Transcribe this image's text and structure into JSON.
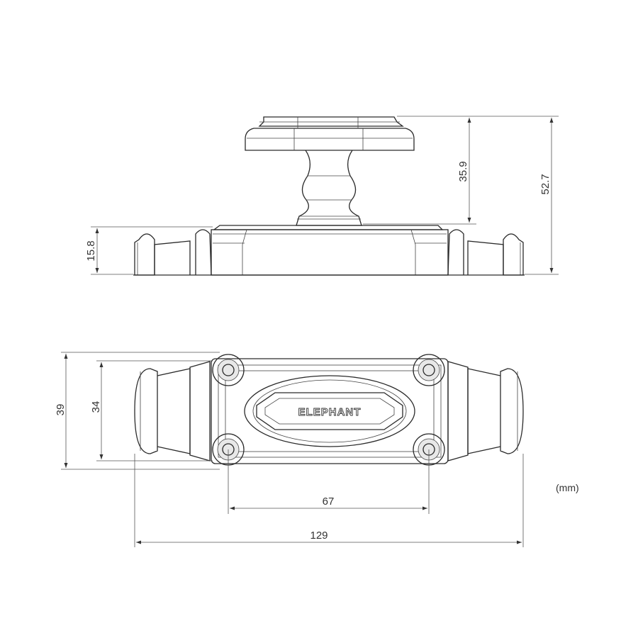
{
  "drawing": {
    "logo_text": "ELEPHANT",
    "units": "(mm)",
    "dimensions": {
      "knob_height": "35.9",
      "total_height": "52.7",
      "base_height": "15.8",
      "body_width": "39",
      "hole_spacing_vertical": "34",
      "hole_spacing_horizontal": "67",
      "total_length": "129"
    }
  }
}
